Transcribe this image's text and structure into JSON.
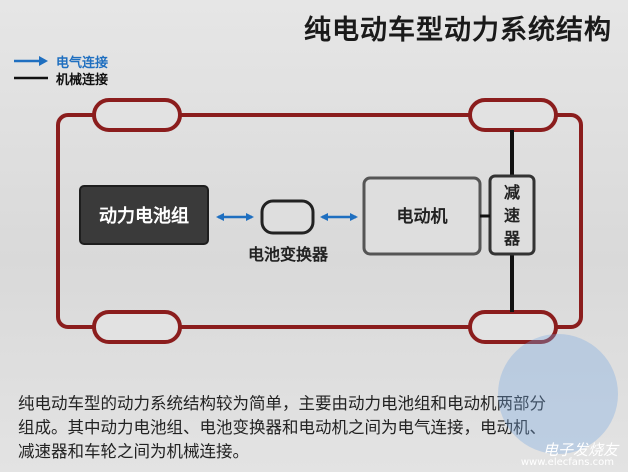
{
  "title": "纯电动车型动力系统结构",
  "legend": {
    "electric": "电气连接",
    "mechanical": "机械连接"
  },
  "colors": {
    "chassis": "#8b1d1d",
    "electric": "#1f6fc0",
    "mechanical": "#111111",
    "battery_fill": "#3a3a3a"
  },
  "components": {
    "battery": "动力电池组",
    "converter": "电池变换器",
    "motor": "电动机",
    "reducer": "减速器"
  },
  "caption": {
    "line1": "纯电动车型的动力系统结构较为简单，主要由动力电池组和电动机两部分",
    "line2": "组成。其中动力电池组、电池变换器和电动机之间为电气连接，电动机、",
    "line3": "减速器和车轮之间为机械连接。"
  },
  "watermark": {
    "text": "电子发烧友",
    "url": "www.elecfans.com"
  }
}
